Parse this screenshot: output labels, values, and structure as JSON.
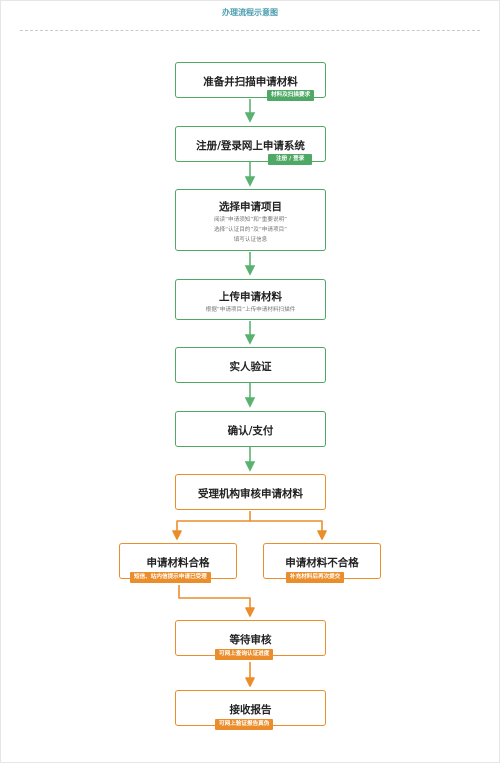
{
  "header": {
    "title": "办理流程示意图"
  },
  "steps": [
    {
      "label": "准备并扫描申请材料",
      "tag": "材料及扫描要求"
    },
    {
      "label": "注册/登录网上申请系统",
      "tag": "注册 / 登录"
    },
    {
      "label": "选择申请项目",
      "lines": [
        "阅读“申请须知”和“重要说明”",
        "选择“认证目的”及“申请项目”",
        "填写认证信息"
      ]
    },
    {
      "label": "上传申请材料",
      "lines": [
        "根据“申请项目”上传申请材料扫描件"
      ]
    },
    {
      "label": "实人验证"
    },
    {
      "label": "确认/支付"
    },
    {
      "label": "受理机构审核申请材料"
    },
    {
      "label": "申请材料合格",
      "tag": "短信、站内信提示申请已受理"
    },
    {
      "label": "申请材料不合格",
      "tag": "补充材料后再次提交"
    },
    {
      "label": "等待审核",
      "tag": "可网上查询认证进度"
    },
    {
      "label": "接收报告",
      "tag": "可网上验证报告真伪"
    }
  ],
  "colors": {
    "green": "#4fa866",
    "orange": "#ec8d2b",
    "title": "#4a9db0"
  }
}
